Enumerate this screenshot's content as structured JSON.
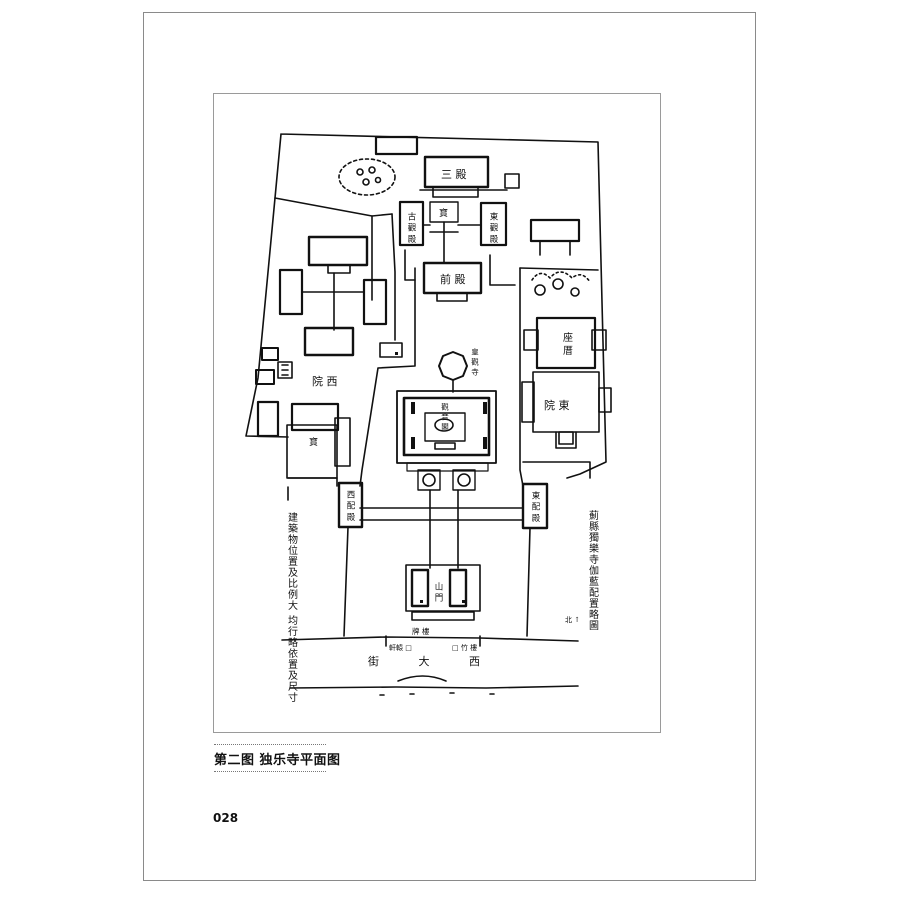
{
  "plan": {
    "hall_top": "三 殿",
    "hall_west_upper": "古 觀 殿",
    "hall_center_small": "寶",
    "hall_east_upper": "東 觀 殿",
    "hall_front": "前 殿",
    "pavilion_label": "皇 觀 寺",
    "west_court_label": "院 西",
    "west_court_hall": "寶",
    "tower_title": "觀 音 閣",
    "hall_east_court": "座 厝",
    "east_court_label": "院 東",
    "west_side_hall": "西 配 殿",
    "east_side_hall": "東 配 殿",
    "gate_label": "山 門",
    "west_note": "建築物位置及比例大 均行略依置及尺寸",
    "east_note": "薊縣獨樂寺伽藍配置略圖",
    "street": "街 大 西",
    "south_label_1": "牌 樓",
    "south_label_2": "軒轅 □",
    "south_label_3": "□ 竹 樓",
    "small_mark": "北 ↑"
  },
  "caption": "第二图  独乐寺平面图",
  "page_number": "028"
}
